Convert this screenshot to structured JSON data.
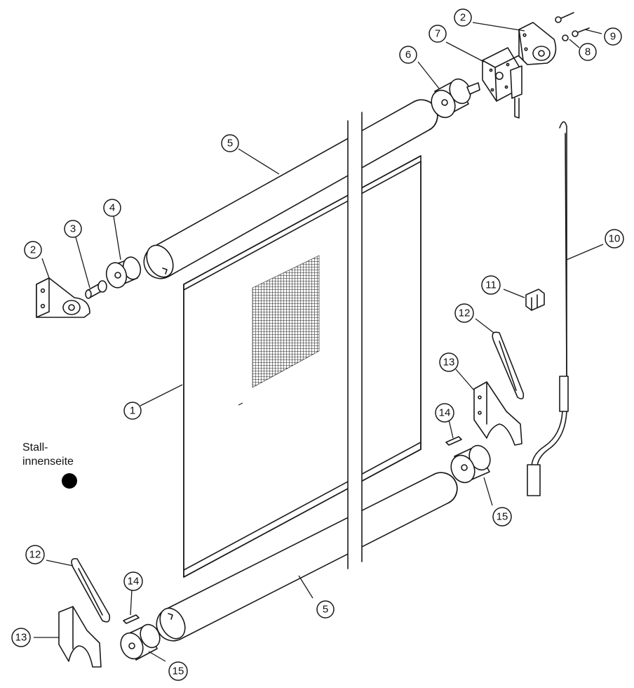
{
  "callouts": [
    {
      "id": "c1",
      "label": "1"
    },
    {
      "id": "c2a",
      "label": "2"
    },
    {
      "id": "c2b",
      "label": "2"
    },
    {
      "id": "c3",
      "label": "3"
    },
    {
      "id": "c4",
      "label": "4"
    },
    {
      "id": "c5a",
      "label": "5"
    },
    {
      "id": "c5b",
      "label": "5"
    },
    {
      "id": "c6",
      "label": "6"
    },
    {
      "id": "c7",
      "label": "7"
    },
    {
      "id": "c8",
      "label": "8"
    },
    {
      "id": "c9",
      "label": "9"
    },
    {
      "id": "c10",
      "label": "10"
    },
    {
      "id": "c11",
      "label": "11"
    },
    {
      "id": "c12a",
      "label": "12"
    },
    {
      "id": "c12b",
      "label": "12"
    },
    {
      "id": "c13a",
      "label": "13"
    },
    {
      "id": "c13b",
      "label": "13"
    },
    {
      "id": "c14a",
      "label": "14"
    },
    {
      "id": "c14b",
      "label": "14"
    },
    {
      "id": "c15a",
      "label": "15"
    },
    {
      "id": "c15b",
      "label": "15"
    }
  ],
  "legend": {
    "line1": "Stall-",
    "line2": "innenseite"
  },
  "colors": {
    "ink": "#1a1a1a",
    "background": "#ffffff"
  }
}
